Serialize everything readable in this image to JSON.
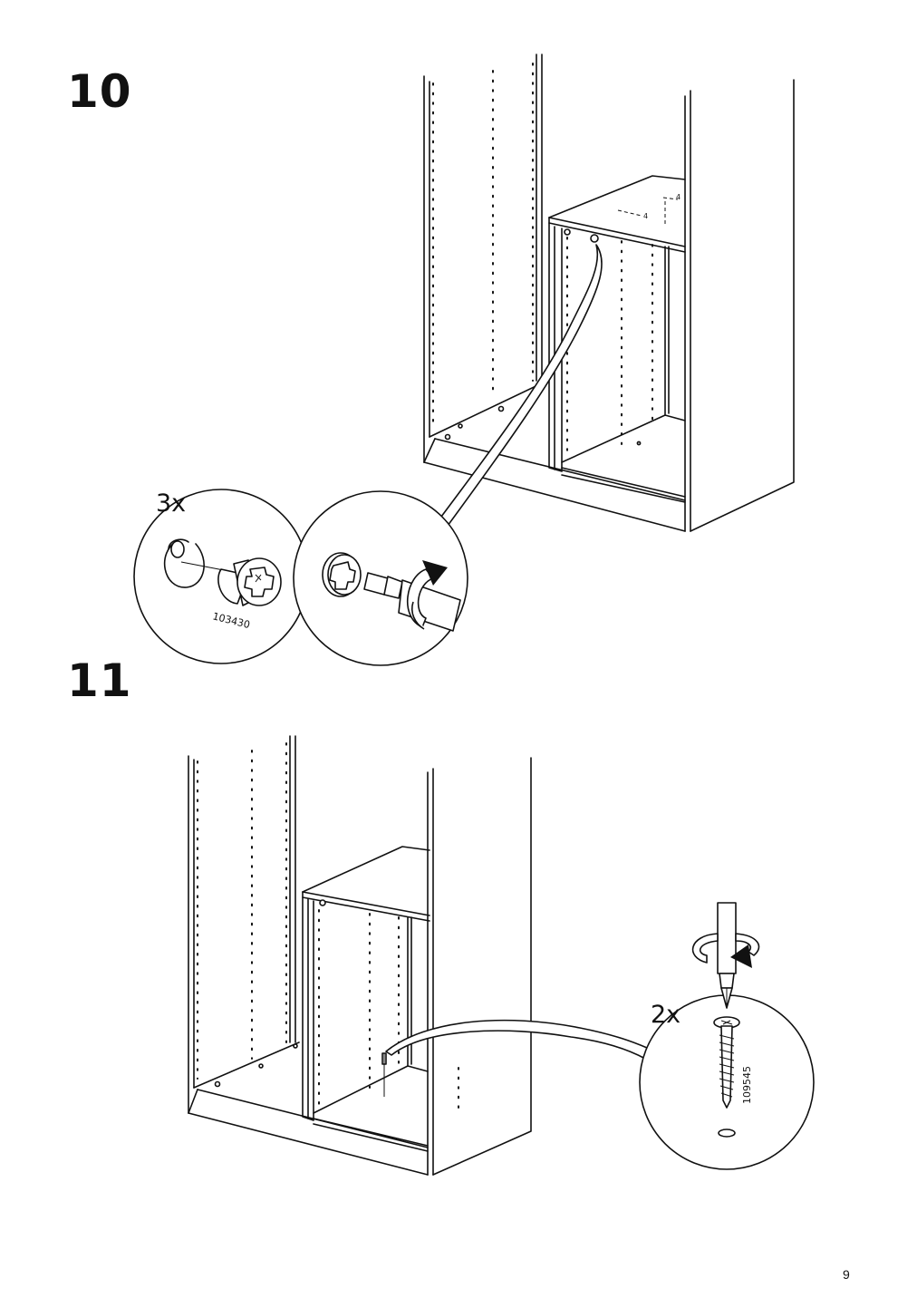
{
  "steps": [
    {
      "number": "10",
      "quantity": "3x",
      "part_number": "103430"
    },
    {
      "number": "11",
      "quantity": "2x",
      "part_number": "109545"
    }
  ],
  "page_number": "9",
  "icons": {
    "step10": [
      "cam-lock-fitting-icon",
      "flathead-screwdriver-icon",
      "rotate-clockwise-arrow-icon"
    ],
    "step11": [
      "screw-icon",
      "phillips-screwdriver-icon",
      "rotate-clockwise-arrow-icon"
    ]
  }
}
